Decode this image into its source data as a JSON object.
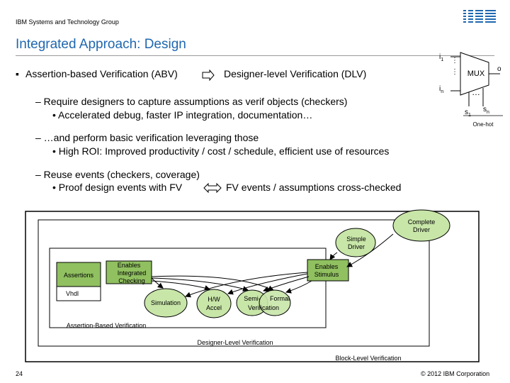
{
  "header": {
    "org": "IBM Systems and Technology Group",
    "logo_text": "IBM"
  },
  "title": "Integrated Approach: Design",
  "bullets": {
    "abv": "Assertion-based Verification (ABV)",
    "dlv": "Designer-level Verification (DLV)",
    "sub1": "– Require designers to capture assumptions as verif objects (checkers)",
    "sub1a": "• Accelerated debug, faster IP integration, documentation…",
    "sub2": "– …and perform basic verification leveraging those",
    "sub2a": "• High ROI: Improved productivity / cost / schedule, efficient use of resources",
    "sub3": "– Reuse events (checkers, coverage)",
    "sub3a_pre": "• Proof design events with FV",
    "sub3a_post": "FV events / assumptions cross-checked"
  },
  "mux": {
    "label": "MUX",
    "in1": "i",
    "in1_sub": "1",
    "inn": "i",
    "inn_sub": "n",
    "out": "o",
    "s1": "s",
    "s1_sub": "1",
    "sn": "s",
    "sn_sub": "n",
    "one_hot": "One-hot",
    "dots": "…"
  },
  "diagram": {
    "complete_driver": [
      "Complete",
      "Driver"
    ],
    "simple_driver": [
      "Simple",
      "Driver"
    ],
    "assertions": "Assertions",
    "vhdl": "Vhdl",
    "enables_checking": [
      "Enables",
      "Integrated",
      "Checking"
    ],
    "enables_stimulus": [
      "Enables",
      "Stimulus"
    ],
    "simulation": "Simulation",
    "hw_accel": [
      "H/W",
      "Accel"
    ],
    "semi": "Semi-",
    "formal": "Formal",
    "verification": "Verification",
    "abv_label": "Assertion-Based Verification",
    "dlv_label": "Designer-Level Verification",
    "blv_label": "Block-Level Verification"
  },
  "footer": {
    "page": "24",
    "copyright": "© 2012 IBM Corporation"
  },
  "colors": {
    "title": "#1f67b0",
    "box_green": "#90c060",
    "ellipse_green": "#c8e6a8",
    "rule": "#9a9a9a"
  }
}
